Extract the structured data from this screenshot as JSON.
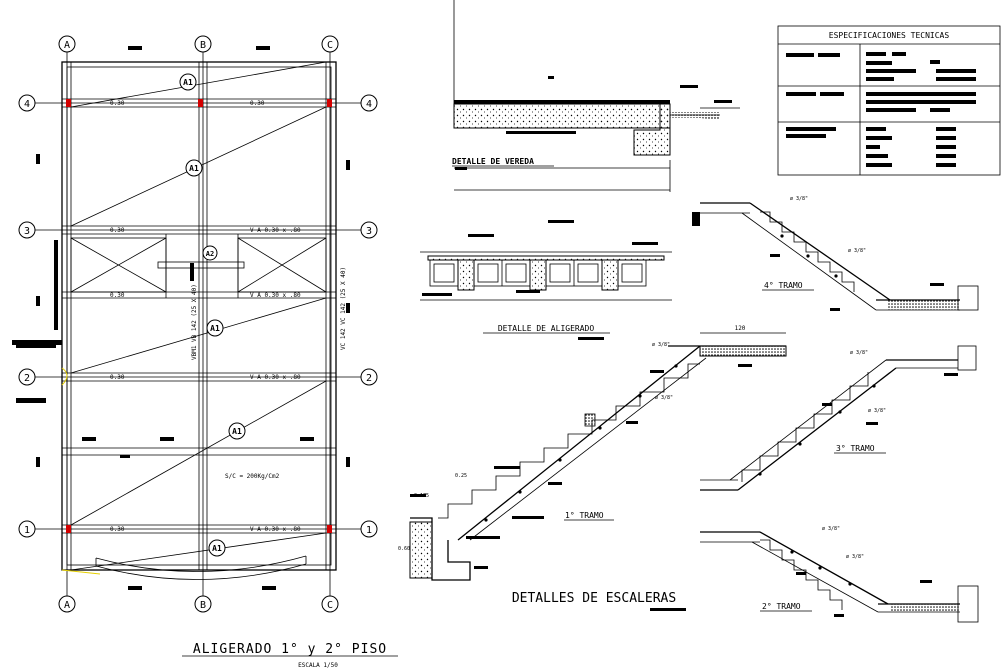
{
  "plan": {
    "title": "ALIGERADO 1° y 2° PISO",
    "scale": "ESCALA 1/50",
    "axes_letters": [
      "A",
      "B",
      "C"
    ],
    "axes_numbers": [
      "4",
      "3",
      "2",
      "1"
    ],
    "slab_tag": "A1",
    "slab_tag_2": "A2",
    "beam_labels": {
      "v4_left": "0.30",
      "v4_right": "0.30",
      "v3_left": "0.30",
      "v3_right": "V A 0.30 x .80",
      "v3b_left": "0.30",
      "v3b_right": "V A 0.30 x .80",
      "v2_left": "0.30",
      "v2_right": "V A 0.30 x .80",
      "v1_left": "0.30",
      "v1_right": "V A 0.30 x .80"
    },
    "vertical_beam_left": "VBM1  VB 142 (25 X 40)",
    "vertical_beam_right": "VC 142  VC 142 (25 X 40)",
    "load_note": "S/C = 200Kg/Cm2"
  },
  "details": {
    "vereda_title": "DETALLE DE VEREDA",
    "aligerado_title": "DETALLE DE ALIGERADO",
    "stairs_title": "DETALLES DE ESCALERAS",
    "tramo_1": "1° TRAMO",
    "tramo_2": "2° TRAMO",
    "tramo_3": "3° TRAMO",
    "tramo_4": "4° TRAMO",
    "dim_120": "120",
    "bar_label": "ø 3/8\"",
    "dim_a": "0.25",
    "dim_b": "0.175",
    "dim_c": "0.60"
  },
  "specs": {
    "title": "ESPECIFICACIONES TECNICAS"
  }
}
